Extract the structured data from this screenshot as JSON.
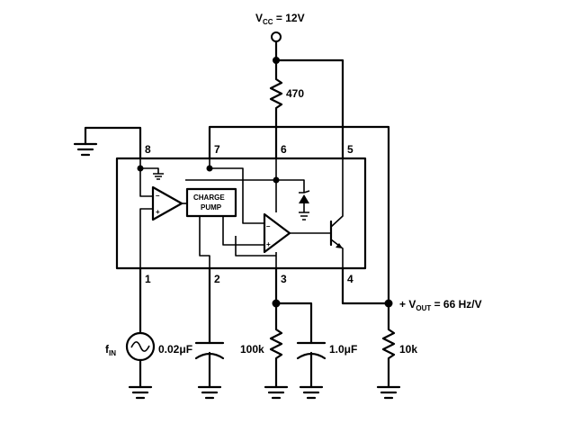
{
  "labels": {
    "vcc": "V",
    "vcc_sub": "CC",
    "vcc_val": " = 12V",
    "r_top": "470",
    "fin": "f",
    "fin_sub": "IN",
    "c1": "0.02μF",
    "r_100k": "100k",
    "c2": "1.0μF",
    "r_10k": "10k",
    "vout_prefix": "+ V",
    "vout_sub": "OUT",
    "vout_val": " = 66 Hz/V",
    "charge_pump_line1": "CHARGE",
    "charge_pump_line2": "PUMP",
    "minus": "–",
    "plus": "+"
  },
  "pins": [
    "1",
    "2",
    "3",
    "4",
    "5",
    "6",
    "7",
    "8"
  ],
  "components": {
    "resistors": [
      "470",
      "100k",
      "10k"
    ],
    "capacitors": [
      "0.02μF",
      "1.0μF"
    ],
    "source": "sine-source",
    "zener": "zener-diode",
    "transistor": "npn-transistor",
    "opamps": 2
  }
}
